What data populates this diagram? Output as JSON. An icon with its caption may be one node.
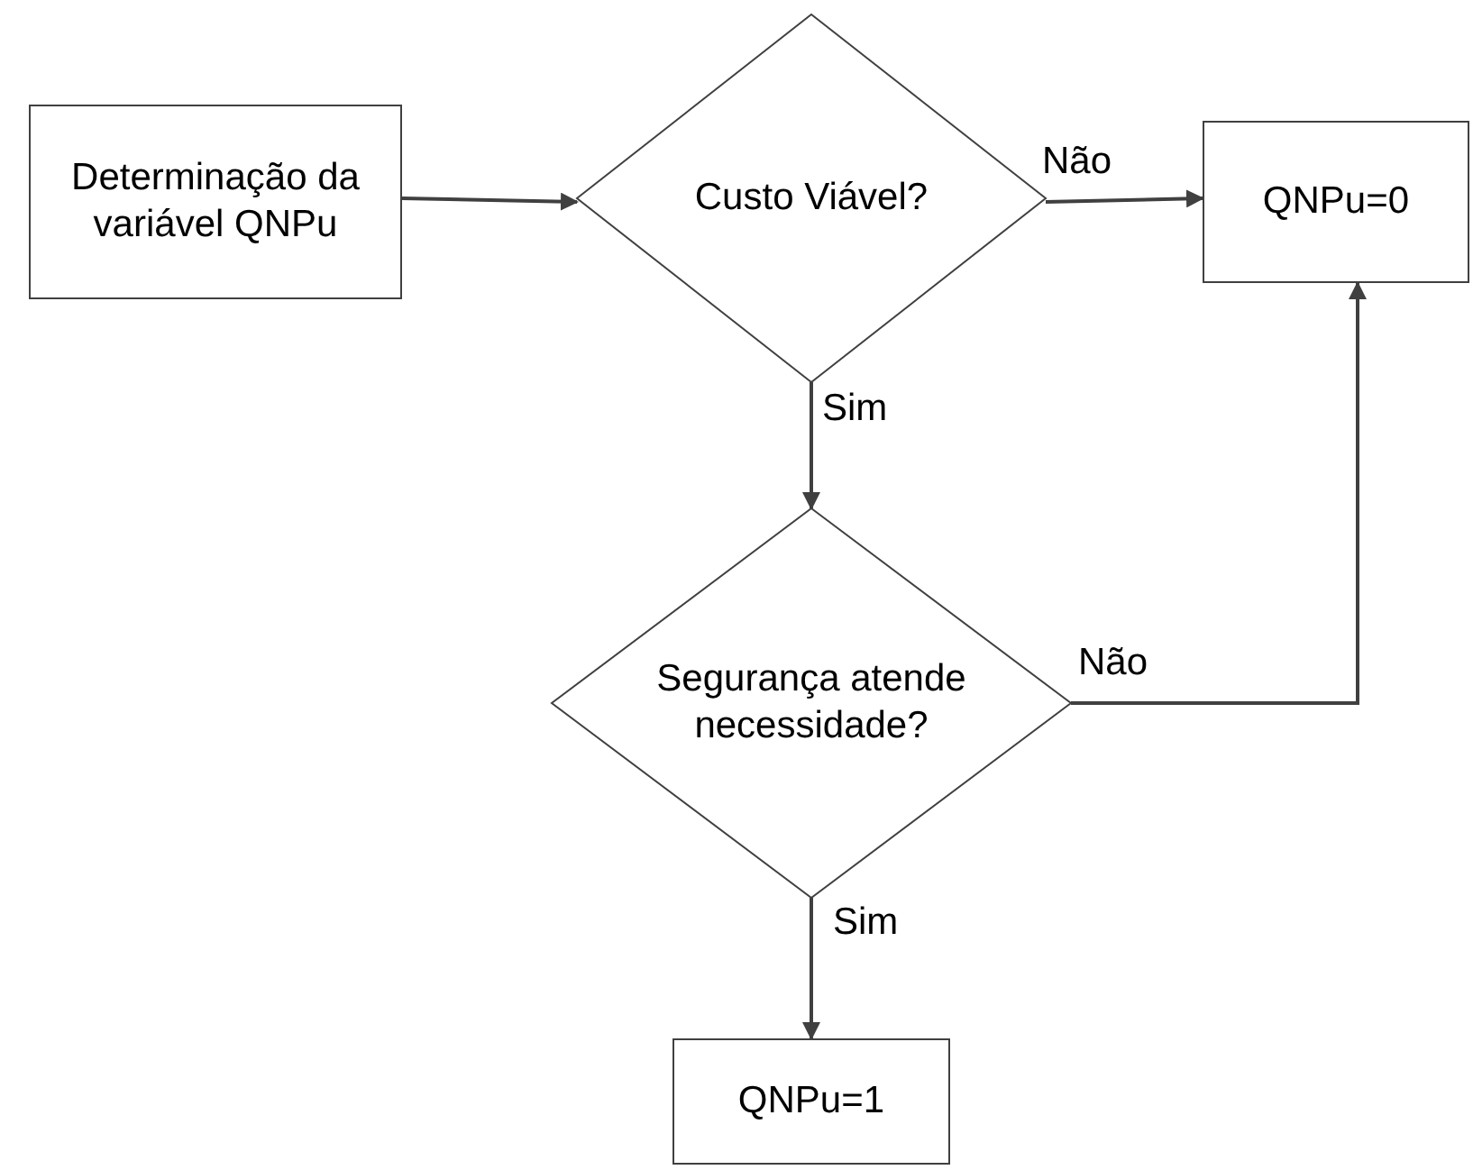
{
  "diagram": {
    "nodes": [
      {
        "text": [
          "Determinação da variável QNPu"
        ]
      },
      {
        "text": [
          "Custo Viável?"
        ]
      },
      {
        "text": [
          "QNPu=0"
        ]
      },
      {
        "text": [
          "Segurança atende necessidade?"
        ]
      },
      {
        "text": [
          "QNPu=1"
        ]
      }
    ],
    "edges": [
      {
        "from": 0,
        "to": 1,
        "arrow": "to"
      },
      {
        "from": 1,
        "to": 2,
        "arrow": "to",
        "label": "Não"
      },
      {
        "from": 1,
        "to": 3,
        "arrow": "to",
        "label": "Sim"
      },
      {
        "from": 3,
        "to": 2,
        "arrow": "to",
        "label": "Não"
      },
      {
        "from": 3,
        "to": 4,
        "arrow": "to",
        "label": "Sim"
      }
    ]
  }
}
